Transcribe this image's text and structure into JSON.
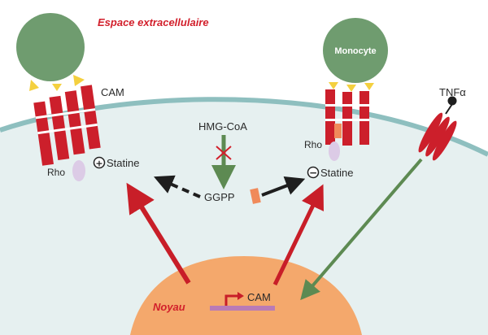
{
  "labels": {
    "extracellular": "Espace extracellulaire",
    "monocyte": "Monocyte",
    "cam_left": "CAM",
    "rho_left": "Rho",
    "statine_left": "Statine",
    "statine_left_sign": "+",
    "hmg_coa": "HMG-CoA",
    "ggpp": "GGPP",
    "rho_right": "Rho",
    "statine_right": "Statine",
    "statine_right_sign": "−",
    "tnf": "TNFα",
    "noyau": "Noyau",
    "cam_gene": "CAM"
  },
  "colors": {
    "cell": "#e6f0f0",
    "membrane": "#8ebfbf",
    "monocyte": "#6f9c6f",
    "receptor": "#cc1f2b",
    "ligand": "#f4d03f",
    "rho": "#dccbe6",
    "nucleus": "#f4a86c",
    "arrow_red": "#c81e28",
    "arrow_green": "#5d8a52",
    "ggpp": "#f08a5a",
    "gene": "#b97bb6"
  }
}
